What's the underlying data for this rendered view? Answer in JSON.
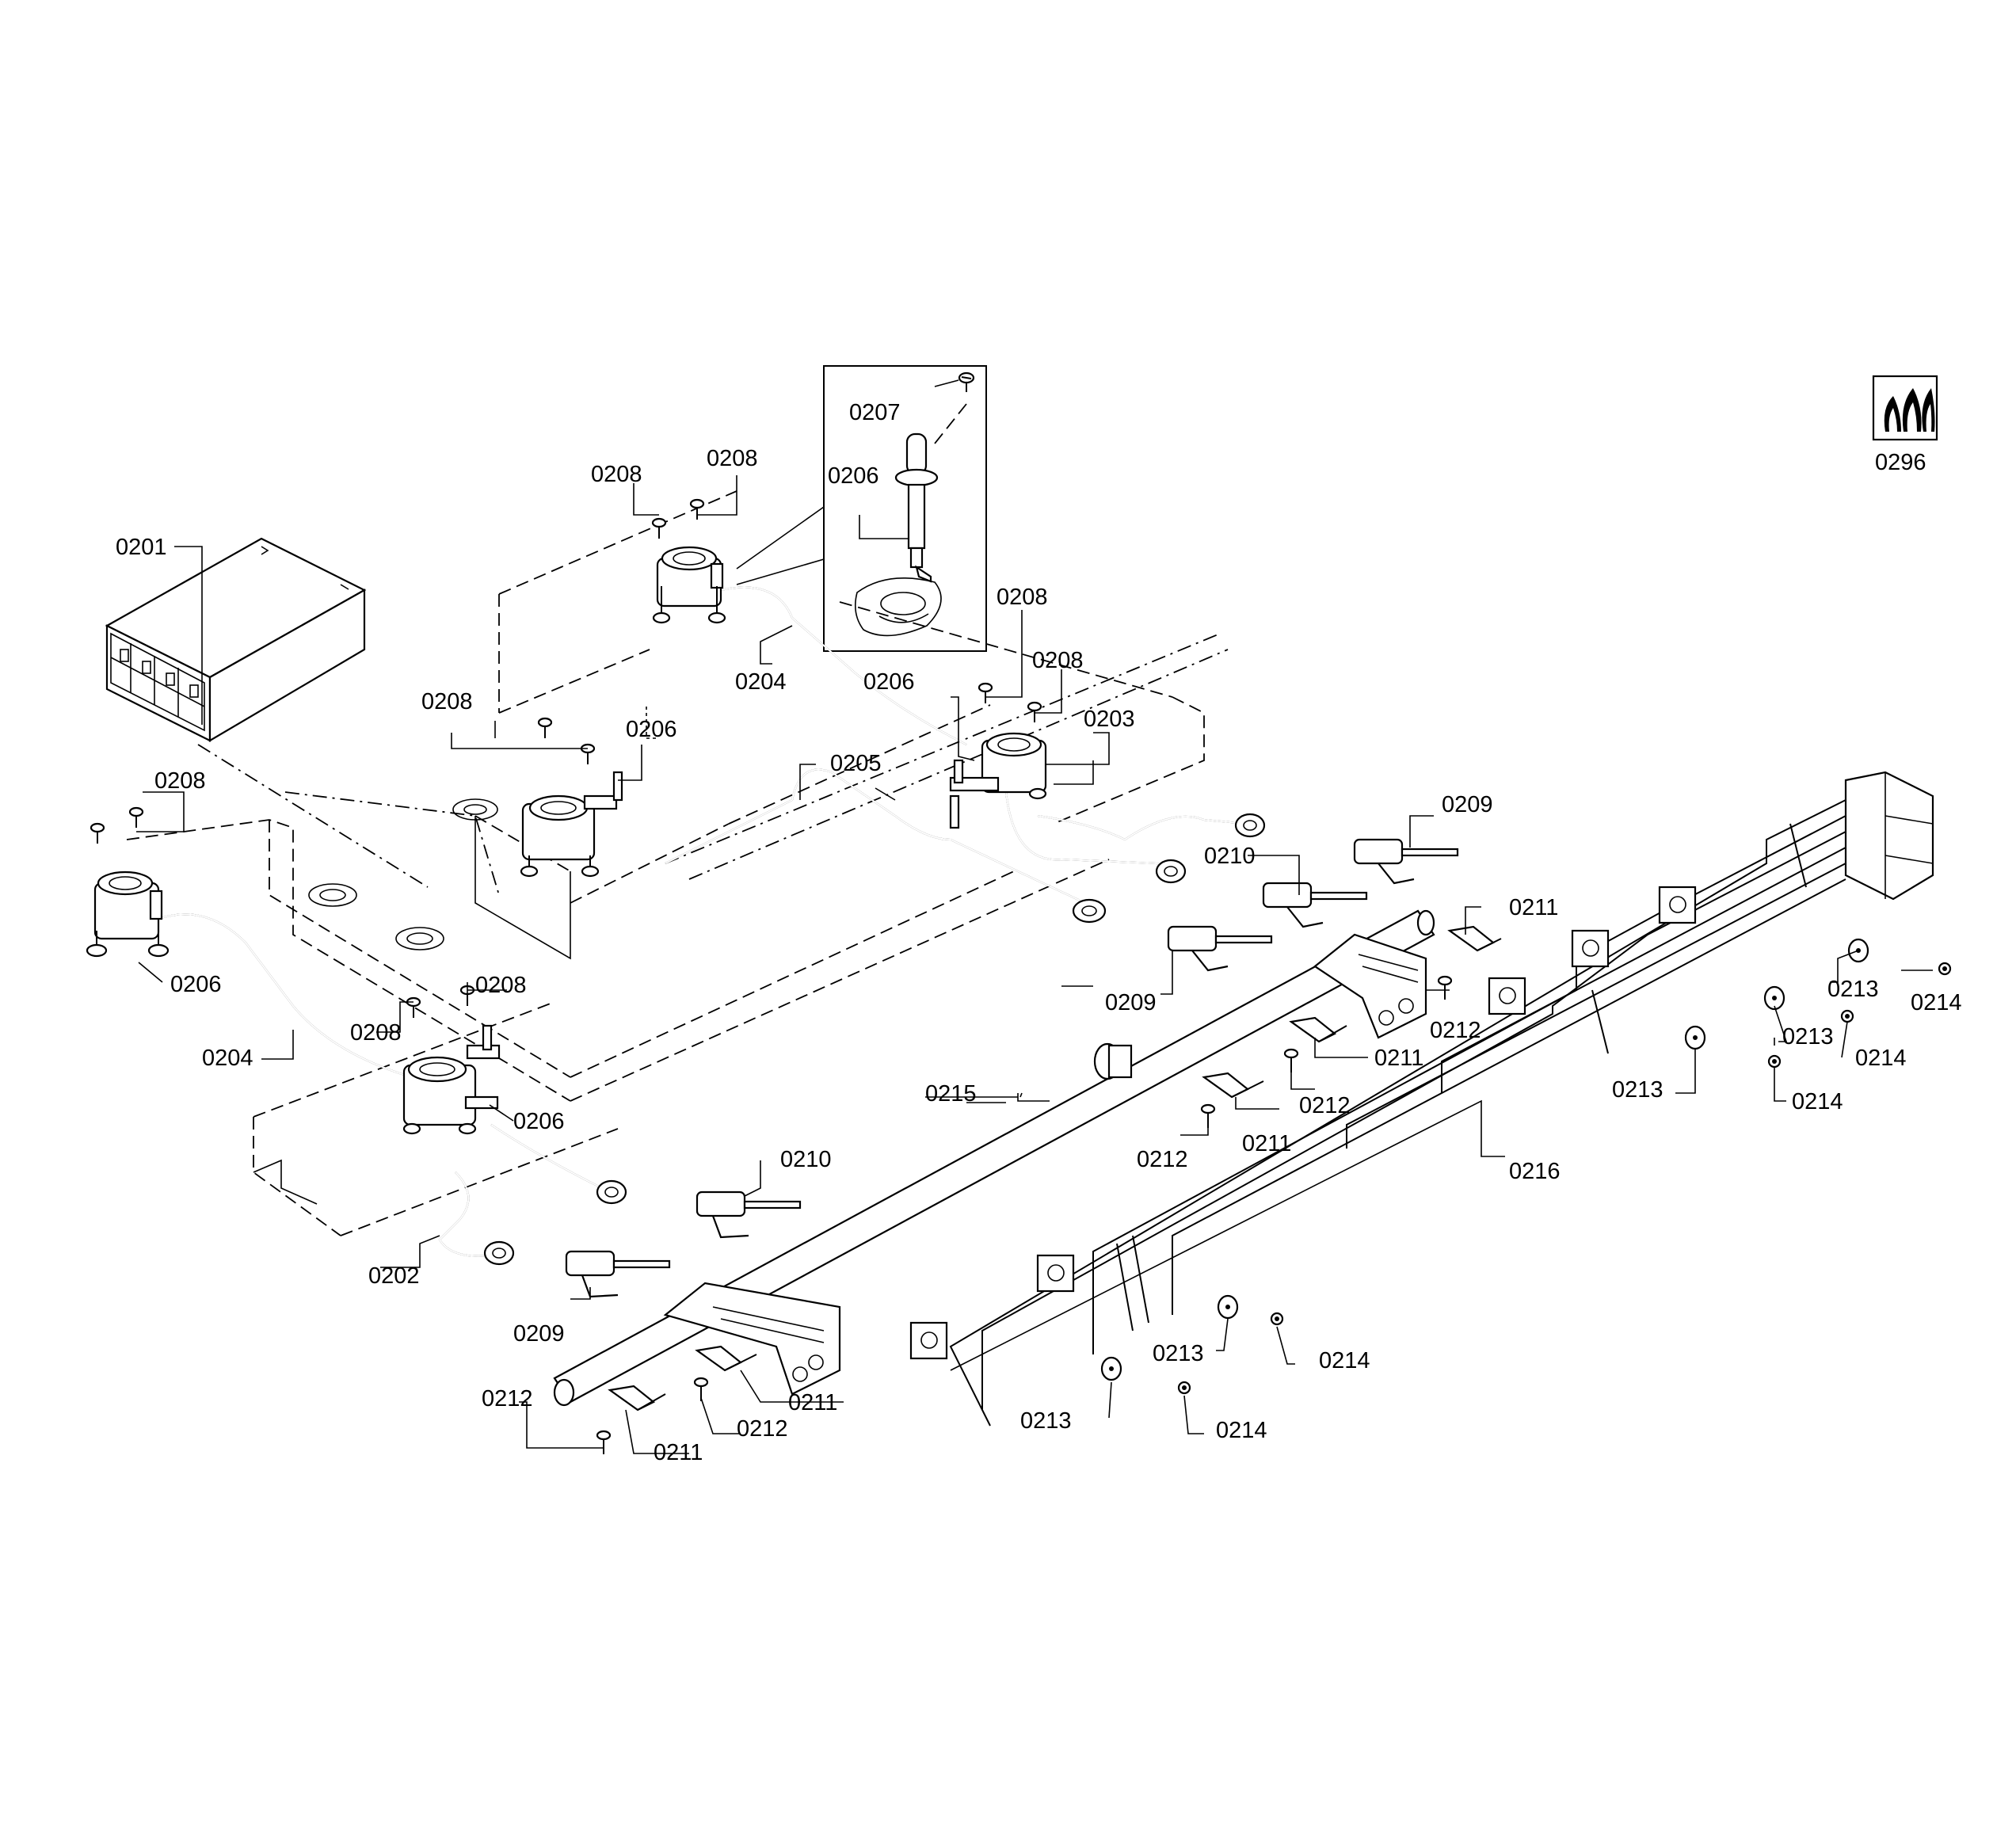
{
  "labels": {
    "l0201": "0201",
    "l0202": "0202",
    "l0203": "0203",
    "l0204a": "0204",
    "l0204b": "0204",
    "l0205": "0205",
    "l0206a": "0206",
    "l0206b": "0206",
    "l0206c": "0206",
    "l0206d": "0206",
    "l0206e": "0206",
    "l0207": "0207",
    "l0208a": "0208",
    "l0208b": "0208",
    "l0208c": "0208",
    "l0208d": "0208",
    "l0208e": "0208",
    "l0208f": "0208",
    "l0208g": "0208",
    "l0208h": "0208",
    "l0209a": "0209",
    "l0209b": "0209",
    "l0209c": "0209",
    "l0210a": "0210",
    "l0210b": "0210",
    "l0211a": "0211",
    "l0211b": "0211",
    "l0211c": "0211",
    "l0211d": "0211",
    "l0211e": "0211",
    "l0212a": "0212",
    "l0212b": "0212",
    "l0212c": "0212",
    "l0212d": "0212",
    "l0212e": "0212",
    "l0213a": "0213",
    "l0213b": "0213",
    "l0213c": "0213",
    "l0213d": "0213",
    "l0213e": "0213",
    "l0214a": "0214",
    "l0214b": "0214",
    "l0214c": "0214",
    "l0214d": "0214",
    "l0214e": "0214",
    "l0215": "0215",
    "l0216": "0216",
    "l0296": "0296"
  }
}
